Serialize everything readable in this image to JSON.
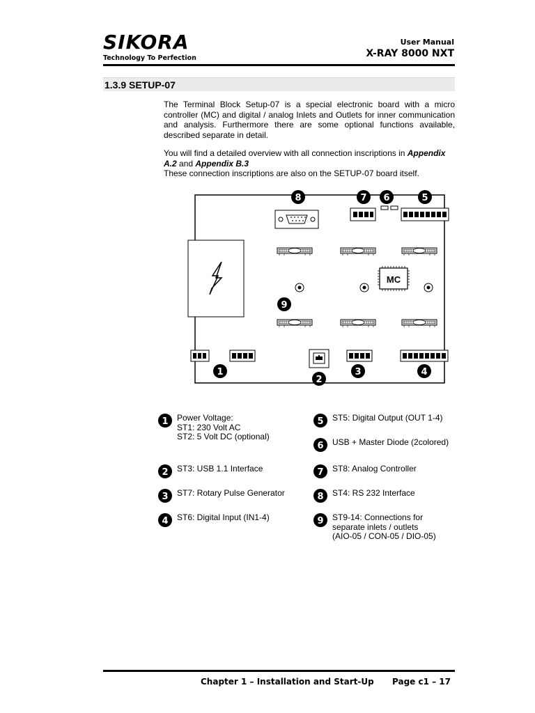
{
  "header": {
    "brand": "SIKORA",
    "tagline": "Technology To Perfection",
    "manual": "User Manual",
    "model": "X-RAY 8000 NXT"
  },
  "section": {
    "title": "1.3.9  SETUP-07"
  },
  "paragraphs": {
    "p1": "The Terminal Block Setup-07 is a special electronic board with a micro controller (MC) and digital / analog Inlets and Outlets for inner communication and analysis. Furthermore there are some optional functions available, described separate in detail.",
    "p2_start": "You will find a detailed overview with all connection inscriptions in ",
    "p2_link1": "Appendix A.2",
    "p2_mid": " and ",
    "p2_link2": "Appendix B.3",
    "p3": "These connection inscriptions are also on the SETUP-07 board itself."
  },
  "diagram": {
    "mc_label": "MC",
    "markers": [
      "1",
      "2",
      "3",
      "4",
      "5",
      "6",
      "7",
      "8",
      "9"
    ]
  },
  "legend": [
    {
      "num": "1",
      "lines": [
        "Power Voltage:",
        "ST1: 230 Volt AC",
        "ST2: 5 Volt DC (optional)"
      ]
    },
    {
      "num": "2",
      "lines": [
        "ST3: USB 1.1 Interface"
      ]
    },
    {
      "num": "3",
      "lines": [
        "ST7: Rotary Pulse Generator"
      ]
    },
    {
      "num": "4",
      "lines": [
        "ST6: Digital Input (IN1-4)"
      ]
    },
    {
      "num": "5",
      "lines": [
        "ST5: Digital Output (OUT 1-4)"
      ]
    },
    {
      "num": "6",
      "lines": [
        "USB + Master Diode (2colored)"
      ]
    },
    {
      "num": "7",
      "lines": [
        "ST8: Analog Controller"
      ]
    },
    {
      "num": "8",
      "lines": [
        "ST4: RS 232 Interface"
      ]
    },
    {
      "num": "9",
      "lines": [
        "ST9-14: Connections for",
        "separate inlets / outlets",
        "(AIO-05 / CON-05 / DIO-05)"
      ]
    }
  ],
  "footer": {
    "chapter": "Chapter 1 – Installation and Start-Up",
    "page": "Page c1 – 17"
  }
}
